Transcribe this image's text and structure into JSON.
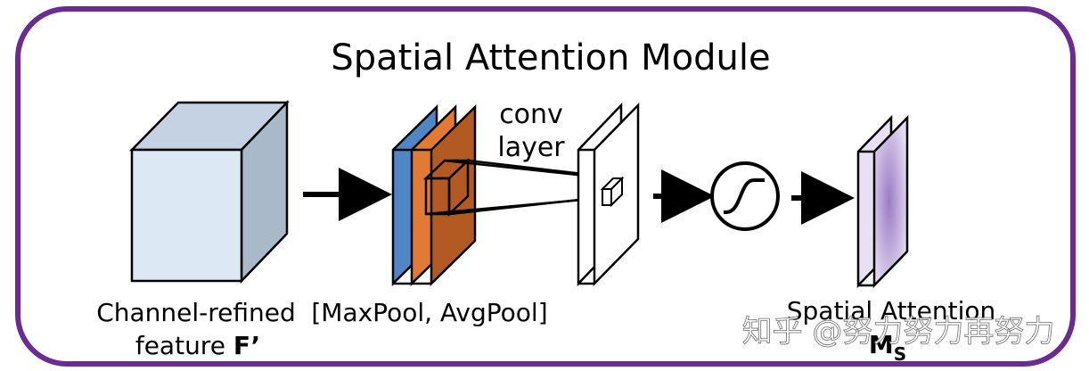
{
  "title": "Spatial Attention Module",
  "labels": {
    "input_line1": "Channel-refined",
    "input_line2": "feature ",
    "input_symbol": "F’",
    "pool_label": "[MaxPool, AvgPool]",
    "conv_line1": "conv",
    "conv_line2": "layer",
    "output_line1": "Spatial Attention",
    "output_symbol": "M",
    "output_subscript": "S"
  },
  "watermark": "知乎 @努力努力再努力",
  "colors": {
    "frame": "#6a2c91",
    "cube_front": "#dde8f5",
    "cube_top": "#c4d2e3",
    "cube_side": "#a9b9ca",
    "maxpool": "#4f86c6",
    "avgpool": "#e07a34",
    "avgpool_side": "#b35a22",
    "attention": "#b8a2d6"
  }
}
